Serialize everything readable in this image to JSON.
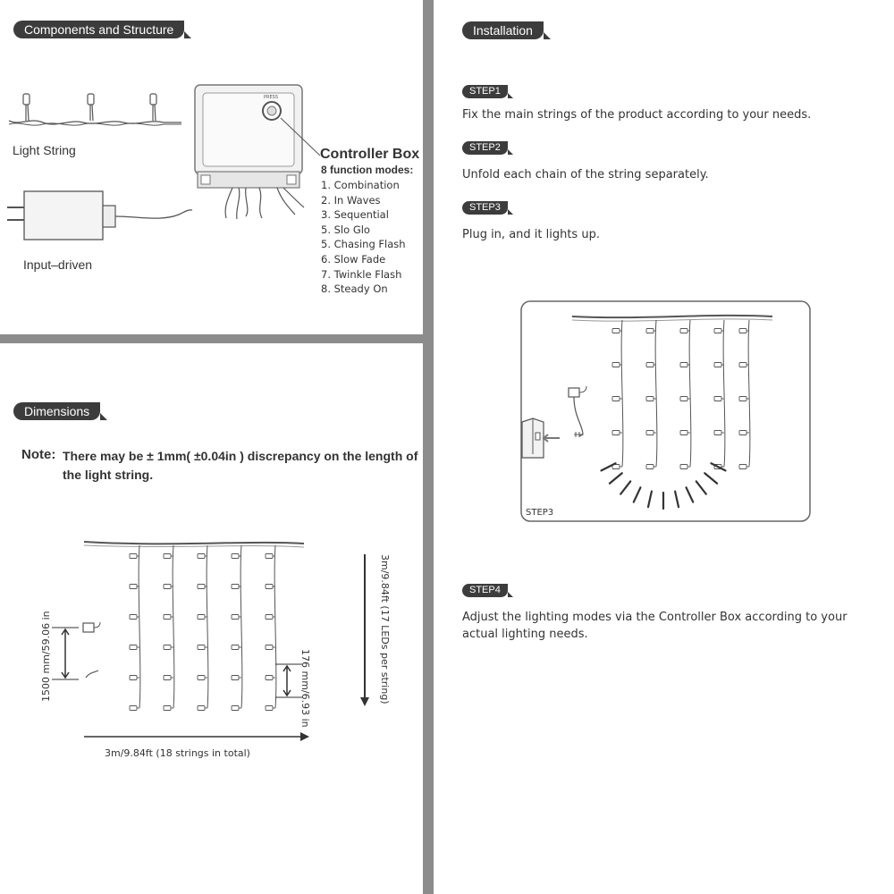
{
  "sections": {
    "components": "Components and Structure",
    "dimensions": "Dimensions",
    "installation": "Installation"
  },
  "components": {
    "light_string": "Light String",
    "input_driven": "Input–driven",
    "controller_title": "Controller Box",
    "controller_subtitle": "8 function modes:",
    "button_label": "PRESS",
    "modes": [
      "1. Combination",
      "2. In Waves",
      "3. Sequential",
      "5. Slo Glo",
      "5. Chasing Flash",
      "6. Slow Fade",
      "7. Twinkle Flash",
      "8. Steady On"
    ]
  },
  "dimensions": {
    "note_label": "Note:",
    "note_text": "There may be ± 1mm( ±0.04in ) discrepancy on the length of the light string.",
    "height_label": "1500 mm/59.06 in",
    "spacing_label": "176 mm/6.93 in",
    "length_label": "3m/9.84ft",
    "length_note": "(18 strings in total)",
    "drop_label": "3m/9.84ft (17 LEDs per string)"
  },
  "installation": {
    "steps": [
      {
        "badge": "STEP1",
        "text": "Fix the main strings of the product according to your needs."
      },
      {
        "badge": "STEP2",
        "text": "Unfold each chain of the string separately."
      },
      {
        "badge": "STEP3",
        "text": "Plug in, and it lights up."
      },
      {
        "badge": "STEP4",
        "text": "Adjust the lighting modes via the Controller Box according to your actual lighting needs."
      }
    ],
    "figure_caption": "STEP3"
  },
  "colors": {
    "pill": "#3c3c3c",
    "divider": "#8c8c8c",
    "line": "#555555"
  }
}
